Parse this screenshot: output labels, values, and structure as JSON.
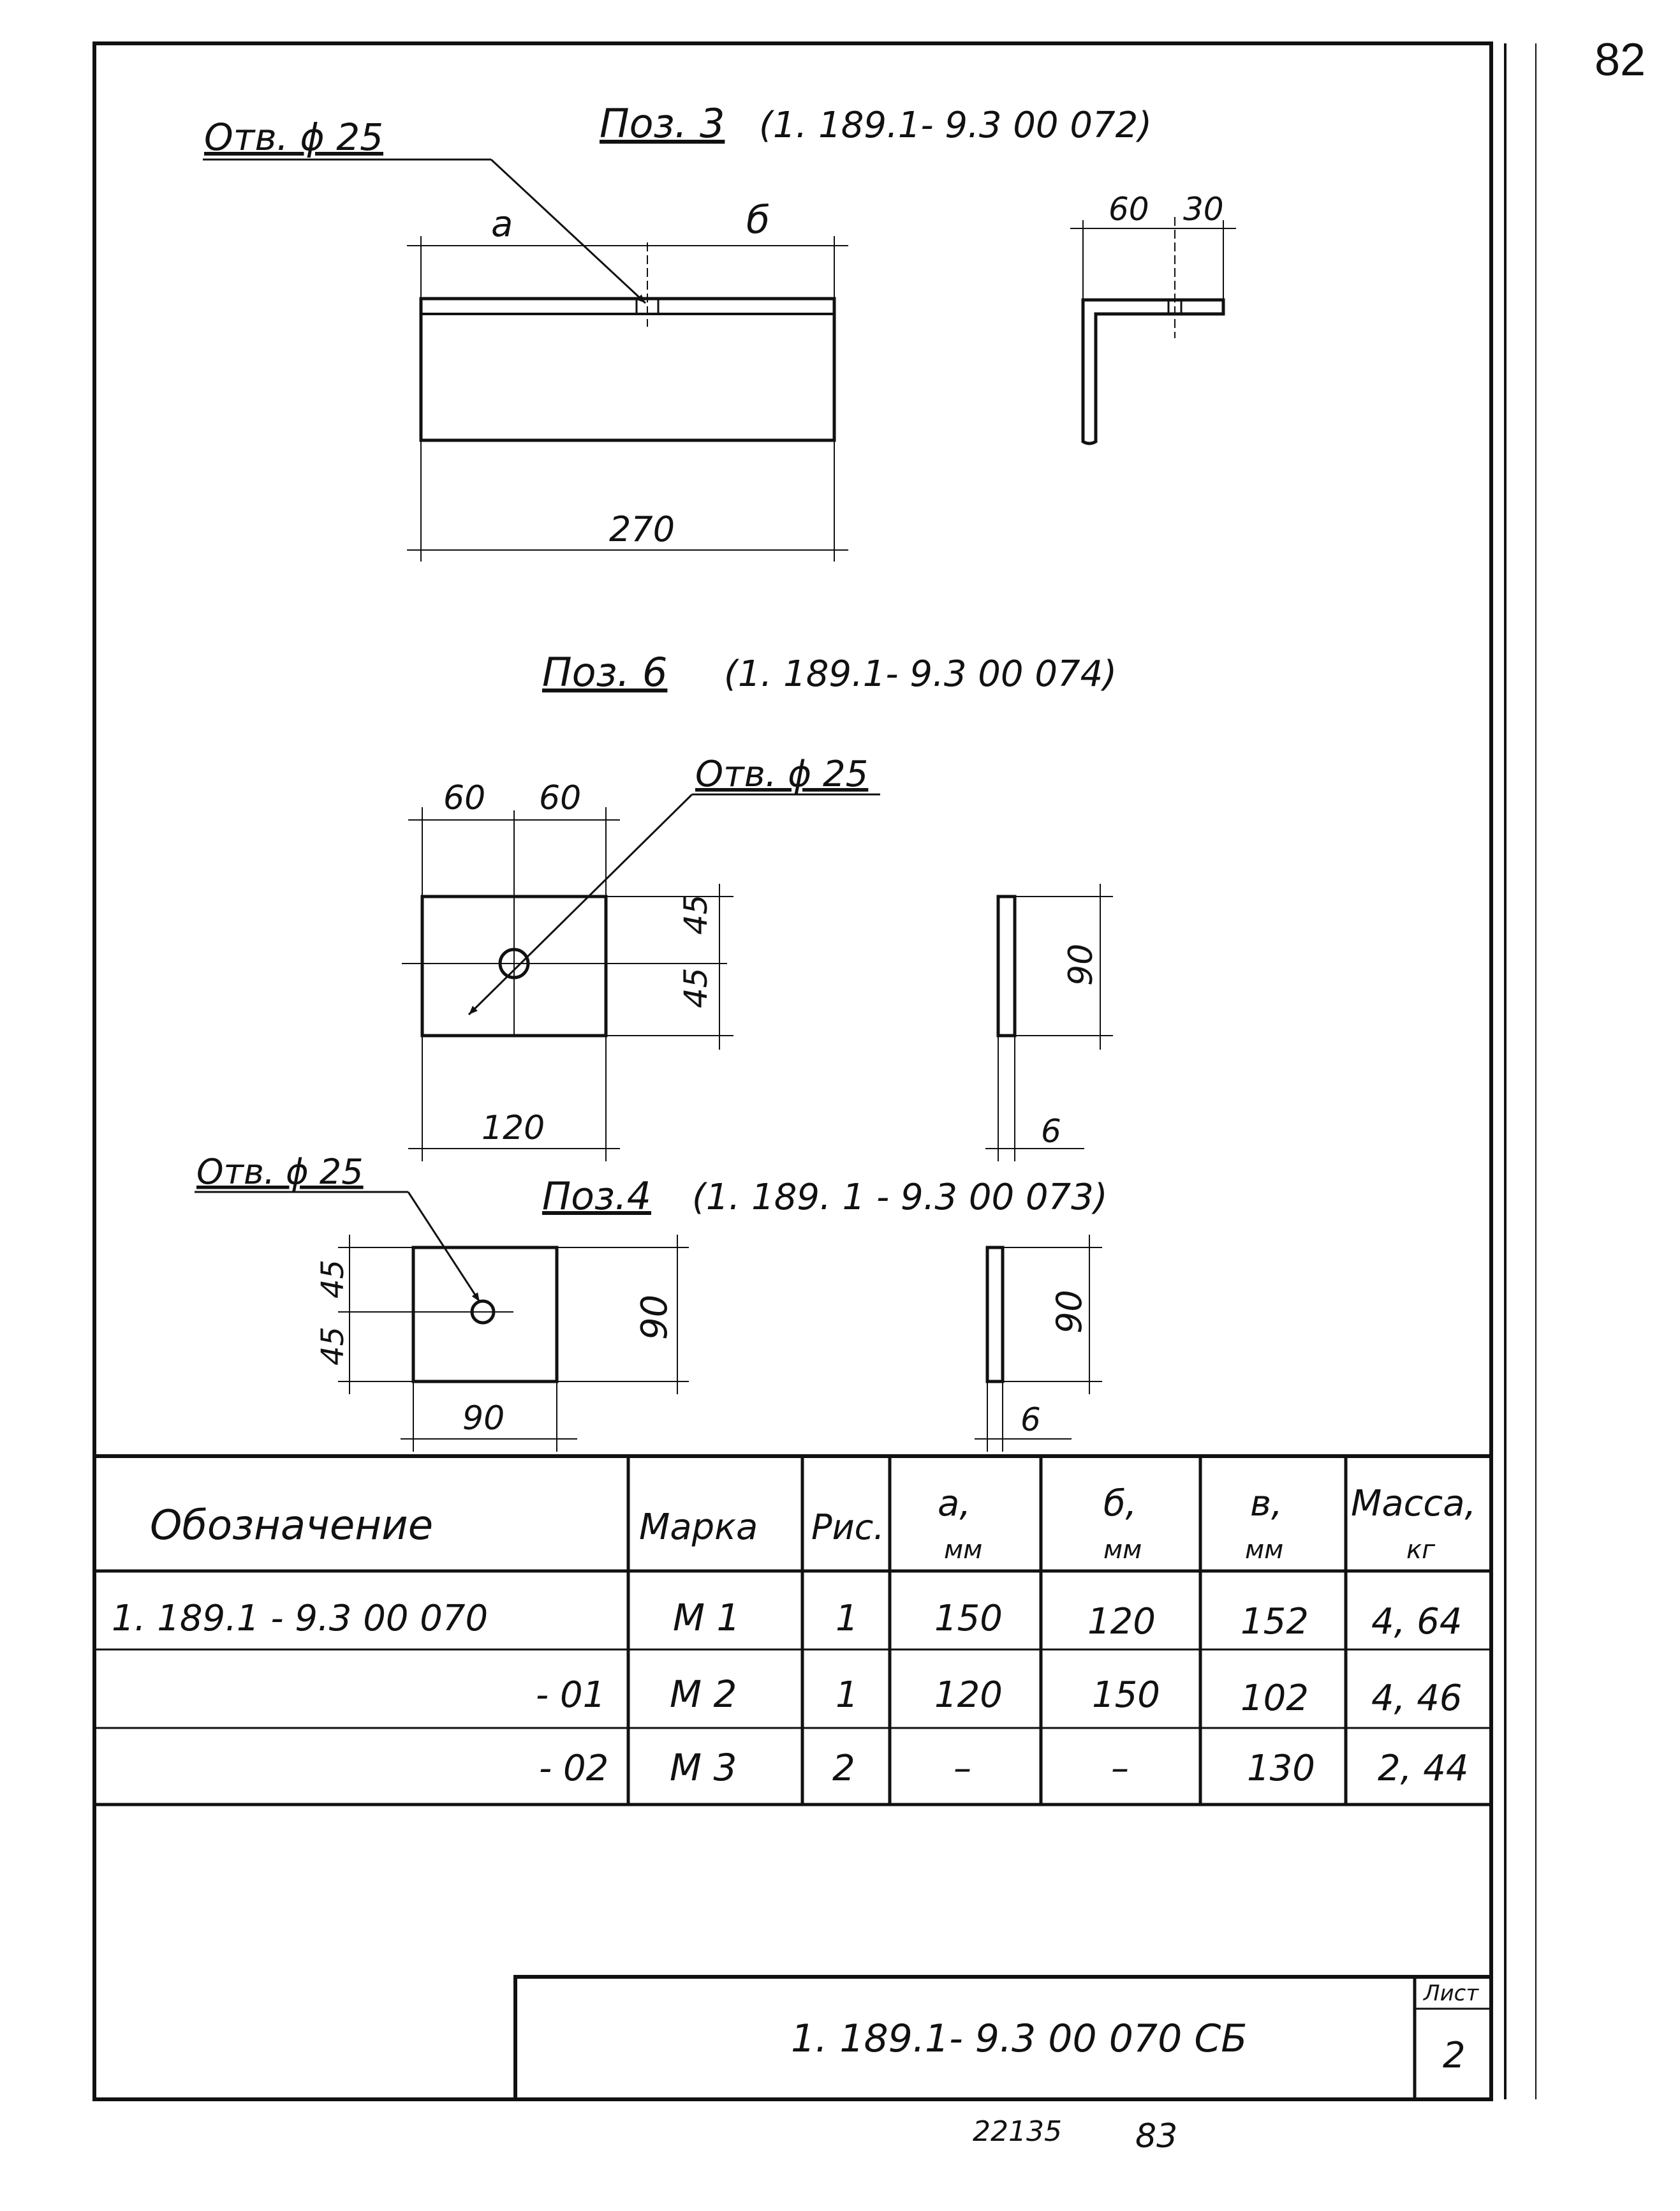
{
  "page_number": "82",
  "footer": {
    "code": "22135",
    "page": "83"
  },
  "stamp": {
    "designation": "1. 189.1- 9.3   00  070 СБ",
    "sheet_label": "Лист",
    "sheet_no": "2"
  },
  "drawings": {
    "poz3": {
      "title": "Поз. 3",
      "ref": "(1. 189.1- 9.3  00 072)",
      "hole_note": "Отв. ϕ  25",
      "dim_a": "а",
      "dim_b": "б",
      "dim_len": "270",
      "dim_60": "60",
      "dim_30": "30"
    },
    "poz6": {
      "title": "Поз. 6",
      "ref": "(1. 189.1- 9.3  00 074)",
      "hole_note": "Отв. ϕ 25",
      "dim_w1": "60",
      "dim_w2": "60",
      "dim_h1": "45",
      "dim_h2": "45",
      "dim_width": "120",
      "dim_side_h": "90",
      "dim_thk": "6"
    },
    "poz4": {
      "title": "Поз.4",
      "ref": "(1. 189. 1 - 9.3    00 073)",
      "hole_note": "Отв. ϕ 25",
      "dim_h1": "45",
      "dim_h2": "45",
      "dim_h": "90",
      "dim_w": "90",
      "dim_side_h": "90",
      "dim_thk": "6"
    }
  },
  "table": {
    "headers": {
      "designation": "Обозначение",
      "mark": "Марка",
      "fig": "Рис.",
      "a": "а,",
      "b": "б,",
      "v": "в,",
      "mass": "Масса,",
      "unit_mm": "мм",
      "unit_kg": "кг"
    },
    "rows": [
      {
        "designation": "1. 189.1 - 9.3    00   070",
        "mark": "М 1",
        "fig": "1",
        "a": "150",
        "b": "120",
        "v": "152",
        "mass": "4, 64"
      },
      {
        "designation": "- 01",
        "mark": "М 2",
        "fig": "1",
        "a": "120",
        "b": "150",
        "v": "102",
        "mass": "4, 46"
      },
      {
        "designation": "- 02",
        "mark": "М 3",
        "fig": "2",
        "a": "–",
        "b": "–",
        "v": "130",
        "mass": "2, 44"
      }
    ]
  }
}
